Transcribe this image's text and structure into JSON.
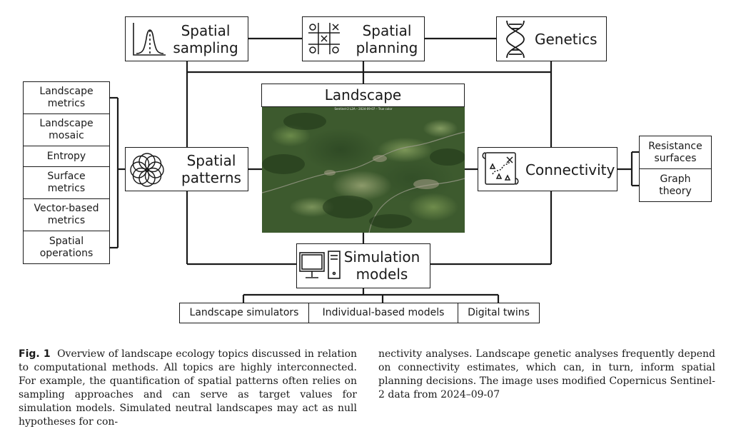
{
  "nodes": {
    "spatial_sampling": [
      "Spatial",
      "sampling"
    ],
    "spatial_planning": [
      "Spatial",
      "planning"
    ],
    "genetics": "Genetics",
    "landscape": "Landscape",
    "spatial_patterns": [
      "Spatial",
      "patterns"
    ],
    "connectivity": "Connectivity",
    "simulation_models": [
      "Simulation",
      "models"
    ]
  },
  "satellite_header": "Sentinel-2 L2A – 2024-09-07 – True color",
  "left_list": [
    [
      "Landscape",
      "metrics"
    ],
    [
      "Landscape",
      "mosaic"
    ],
    [
      "Entropy"
    ],
    [
      "Surface",
      "metrics"
    ],
    [
      "Vector-based",
      "metrics"
    ],
    [
      "Spatial",
      "operations"
    ]
  ],
  "right_list": [
    [
      "Resistance",
      "surfaces"
    ],
    [
      "Graph",
      "theory"
    ]
  ],
  "bottom_list": [
    "Landscape simulators",
    "Individual-based models",
    "Digital twins"
  ],
  "caption": {
    "label": "Fig. 1",
    "left_text": "Overview of landscape ecology topics discussed in relation to computational methods. All topics are highly interconnected. For example, the quantification of spatial patterns often relies on sampling approaches and can serve as target values for simulation models. Simulated neutral landscapes may act as null hypotheses for con-",
    "right_text": "nectivity analyses. Landscape genetic analyses frequently depend on connectivity estimates, which can, in turn, inform spatial planning decisions. The image uses modified Copernicus Sentinel-2 data from 2024–09-07"
  },
  "icons": [
    "distribution-curve-icon",
    "tic-tac-toe-icon",
    "dna-icon",
    "flower-pattern-icon",
    "treasure-map-icon",
    "computer-icon"
  ]
}
